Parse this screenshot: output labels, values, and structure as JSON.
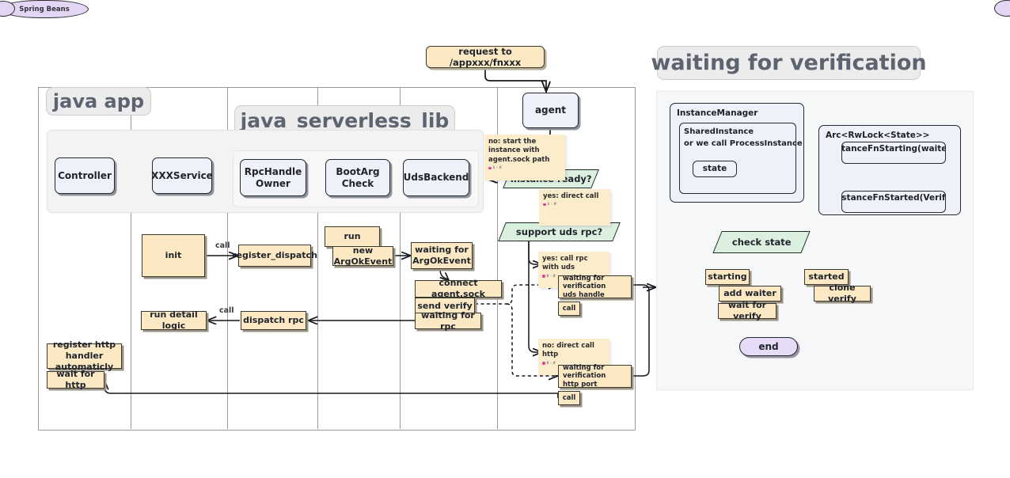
{
  "diagram": {
    "title_pills": {
      "java_app": "java app",
      "java_serverless_lib": "java_serverless_lib",
      "waiting_for_verification": "waiting for verification"
    },
    "entry": {
      "request": "request to /appxxx/fnxxx"
    },
    "classes": {
      "controller": "Controller",
      "xxxservice": "XXXService",
      "rpchandle_owner": "RpcHandle\nOwner",
      "rpchandle_owner_l1": "RpcHandle",
      "rpchandle_owner_l2": "Owner",
      "bootarg_check_l1": "BootArg",
      "bootarg_check_l2": "Check",
      "udsbackend": "UdsBackend",
      "spring_beans": "Spring Beans"
    },
    "agent": {
      "label": "agent"
    },
    "decisions": {
      "instance_ready": "instance ready?",
      "support_uds_rpc": "support uds rpc?",
      "check_state": "check state"
    },
    "notes": {
      "no_start_instance": {
        "l1": "no:",
        "l2": "start the instance",
        "l3": "with agent.sock path",
        "badge": "1 · 0′"
      },
      "yes_direct_call": {
        "l1": "yes:",
        "l2": "direct call",
        "badge": "1 · 0′"
      },
      "yes_call_rpc_uds": {
        "l1": "yes:",
        "l2": "call rpc with uds",
        "badge": "0 · 0′"
      },
      "no_direct_call_http": {
        "l1": "no:",
        "l2": "direct call http",
        "badge": "0 · 0′"
      }
    },
    "flow_boxes": {
      "init": "init",
      "register_dispatch": "register_dispatch",
      "run": "run",
      "new_argokevent": "new ArgOkEvent",
      "waiting_for_argokevent_l1": "waiting for",
      "waiting_for_argokevent_l2": "ArgOkEvent",
      "connect_agent_sock": "connect agent.sock",
      "send_verify": "send verify",
      "waiting_for_rpc": "waiting for rpc",
      "dispatch_rpc": "dispatch rpc",
      "run_detail_logic": "run detail logic",
      "register_http_l1": "register http",
      "register_http_l2": "handler automaticly",
      "wait_for_http": "wait for http",
      "waiting_verification_uds_l1": "waiting for verification",
      "waiting_verification_uds_l2": "uds handle",
      "call_uds": "call",
      "waiting_verification_http_l1": "waiting for verification",
      "waiting_verification_http_l2": "http port",
      "call_http": "call"
    },
    "edge_labels": {
      "call_1": "call",
      "call_2": "call"
    },
    "right_panel": {
      "instance_manager": "InstanceManager",
      "shared_instance_l1": "SharedInstance",
      "shared_instance_l2": "or we call ProcessInstance",
      "state": "state",
      "arc_rwlock": "Arc<RwLock<State>>",
      "instance_fn_starting": "InstanceFnStarting(waiters)",
      "instance_fn_started": "InstanceFnStarted(Verify)",
      "starting": "starting",
      "add_waiter": "add waiter",
      "wait_for_verify": "wait for verify",
      "started": "started",
      "clone_verify": "clone verify",
      "end": "end"
    },
    "colors": {
      "tan_fill": "#fce9c3",
      "blue_fill": "#eef1f9",
      "green_fill": "#dcf0e0",
      "purple_fill": "#e6dcf8",
      "cloud_fill": "#e3d6f5",
      "pill_fill": "#ececec",
      "pill_text": "#5d6470",
      "panel_fill": "#f6f7f9",
      "stroke": "#262b33",
      "badge_dot": "#e23ba0"
    }
  }
}
